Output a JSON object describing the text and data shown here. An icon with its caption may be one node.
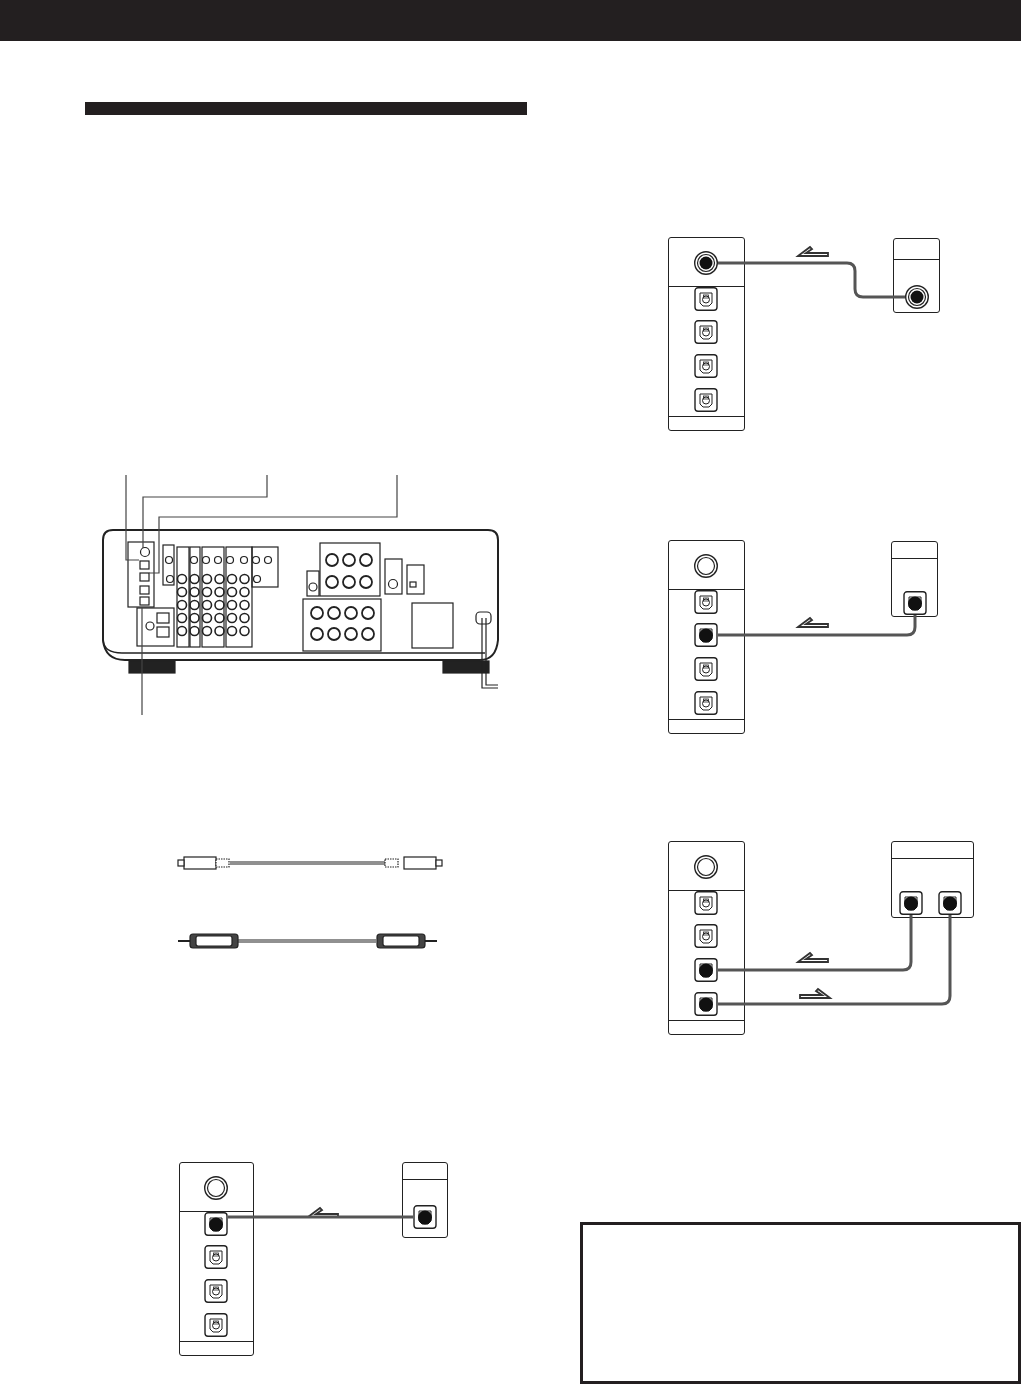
{
  "diagram": {
    "nodes": [
      {
        "text": [],
        "shape": "box"
      },
      {
        "text": [],
        "shape": "circle",
        "in": 0
      },
      {
        "text": [],
        "shape": "box"
      },
      {
        "text": [],
        "shape": "circle",
        "in": 2
      },
      {
        "text": [],
        "shape": "box"
      },
      {
        "text": [],
        "shape": "box",
        "in": 4
      },
      {
        "text": [],
        "shape": "box"
      },
      {
        "text": [],
        "shape": "box",
        "in": 6
      },
      {
        "text": [],
        "shape": "box"
      },
      {
        "text": [],
        "shape": "box",
        "in": 8
      },
      {
        "text": [],
        "shape": "box",
        "in": 8
      },
      {
        "text": [],
        "shape": "box"
      },
      {
        "text": [],
        "shape": "box",
        "in": 11
      },
      {
        "text": [],
        "shape": "box",
        "in": 11
      },
      {
        "text": [],
        "shape": "box"
      },
      {
        "text": [],
        "shape": "box",
        "in": 14
      },
      {
        "text": [],
        "shape": "box"
      },
      {
        "text": [],
        "shape": "box",
        "in": 16
      }
    ],
    "edges": [
      {
        "from": 3,
        "to": 1,
        "arrow": "none"
      },
      {
        "from": 7,
        "to": 5,
        "arrow": "none"
      },
      {
        "from": 12,
        "to": 9,
        "arrow": "none"
      },
      {
        "from": 13,
        "to": 10,
        "arrow": "none"
      },
      {
        "from": 17,
        "to": 15,
        "arrow": "none"
      }
    ]
  }
}
